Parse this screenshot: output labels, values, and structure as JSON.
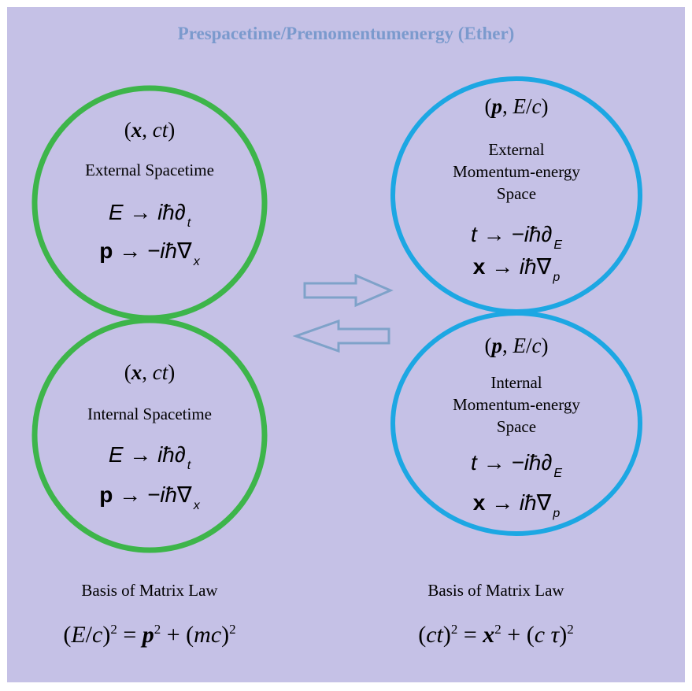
{
  "title": "Prespacetime/Premomentumenergy (Ether)",
  "colors": {
    "background": "#c5c1e6",
    "spacetime_ring": "#3db54a",
    "momentum_ring": "#1ca7e3",
    "arrow": "#7fa2c9",
    "title": "#7b9acd"
  },
  "circles": {
    "external_spacetime": {
      "coords": "(x, ct)",
      "label": "External Spacetime",
      "eq1": {
        "lhs": "E",
        "arrow": "→",
        "rhs": "iħ∂",
        "sub": "t"
      },
      "eq2": {
        "lhs": "p",
        "arrow": "→",
        "rhs": "−iħ∇",
        "sub": "x"
      }
    },
    "internal_spacetime": {
      "coords": "(x, ct)",
      "label": "Internal Spacetime",
      "eq1": {
        "lhs": "E",
        "arrow": "→",
        "rhs": "iħ∂",
        "sub": "t"
      },
      "eq2": {
        "lhs": "p",
        "arrow": "→",
        "rhs": "−iħ∇",
        "sub": "x"
      }
    },
    "external_momentum": {
      "coords": "(p, E/c)",
      "label_lines": [
        "External",
        "Momentum-energy",
        "Space"
      ],
      "eq1": {
        "lhs": "t",
        "arrow": "→",
        "rhs": "−iħ∂",
        "sub": "E"
      },
      "eq2": {
        "lhs": "x",
        "arrow": "→",
        "rhs": "iħ∇",
        "sub": "p"
      }
    },
    "internal_momentum": {
      "coords": "(p, E/c)",
      "label_lines": [
        "Internal",
        "Momentum-energy",
        "Space"
      ],
      "eq1": {
        "lhs": "t",
        "arrow": "→",
        "rhs": "−iħ∂",
        "sub": "E"
      },
      "eq2": {
        "lhs": "x",
        "arrow": "→",
        "rhs": "iħ∇",
        "sub": "p"
      }
    }
  },
  "footer": {
    "left": {
      "basis": "Basis of Matrix Law",
      "law": "(E/c)² = p² + (mc)²"
    },
    "right": {
      "basis": "Basis of Matrix Law",
      "law": "(ct)² = x² + (cτ)²"
    }
  }
}
